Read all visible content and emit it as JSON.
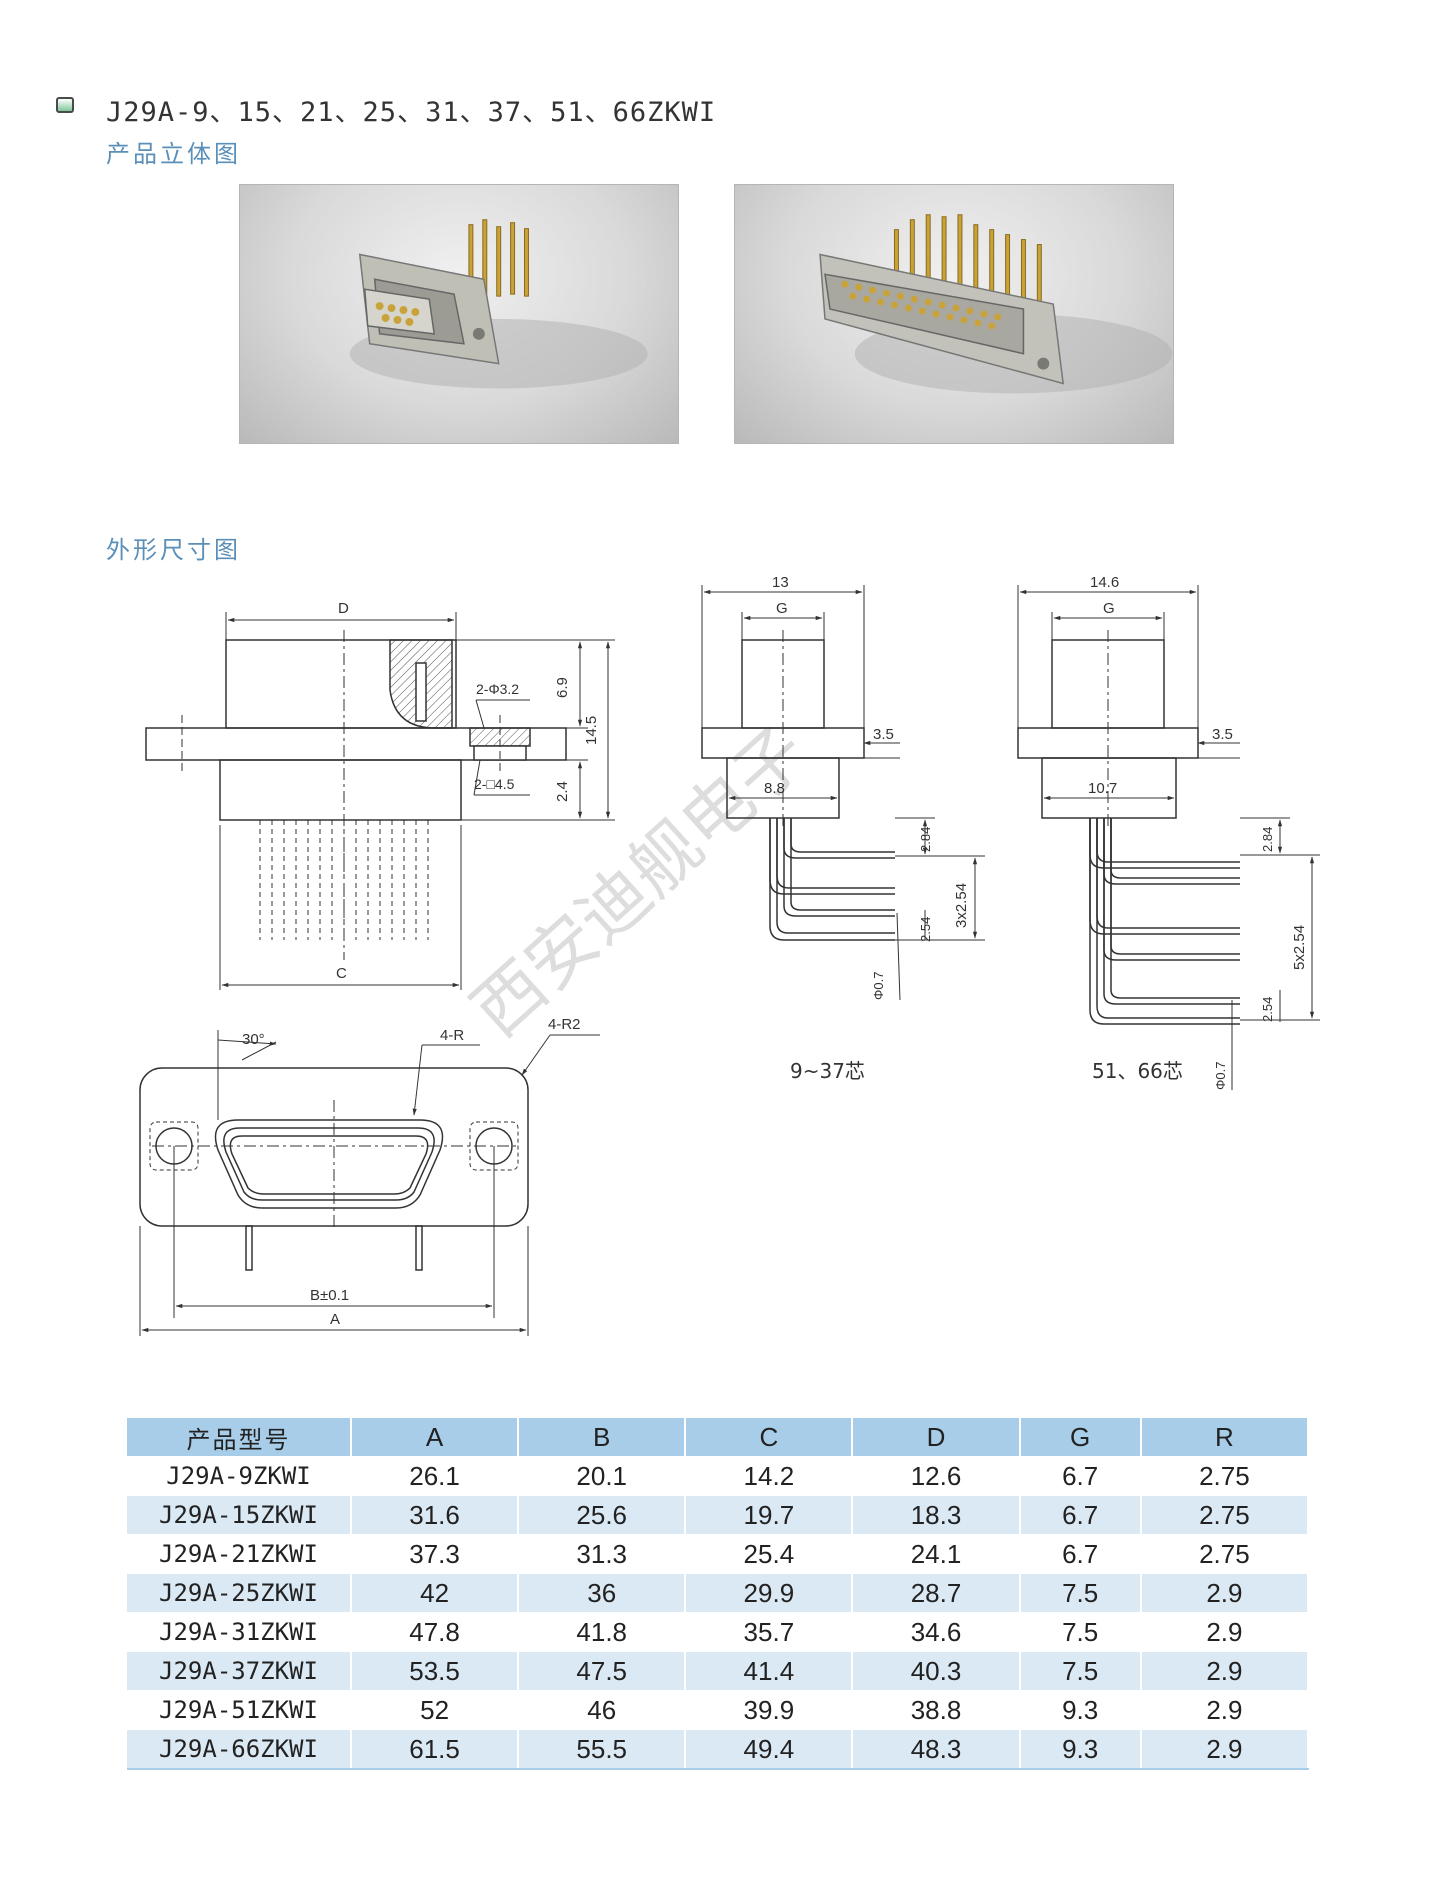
{
  "header": {
    "title": "J29A-9、15、21、25、31、37、51、66ZKWI",
    "section_3d": "产品立体图",
    "section_dims": "外形尺寸图"
  },
  "drawing_labels": {
    "side_D": "D",
    "side_C": "C",
    "side_hole": "2-Φ3.2",
    "side_square": "2-□4.5",
    "side_6_9": "6.9",
    "side_14_5": "14.5",
    "side_2_4": "2.4",
    "front_30": "30°",
    "front_4R": "4-R",
    "front_4R2": "4-R2",
    "front_B": "B±0.1",
    "front_A": "A",
    "mid_13": "13",
    "mid_G": "G",
    "mid_3_5": "3.5",
    "mid_8_8": "8.8",
    "mid_2_84": "2.84",
    "mid_3x2_54": "3x2.54",
    "mid_2_54": "2.54",
    "mid_phi": "Φ0.7",
    "mid_caption": "9~37芯",
    "right_14_6": "14.6",
    "right_G": "G",
    "right_3_5": "3.5",
    "right_10_7": "10.7",
    "right_2_84": "2.84",
    "right_5x2_54": "5x2.54",
    "right_2_54": "2.54",
    "right_phi": "Φ0.7",
    "right_caption": "51、66芯",
    "watermark": "西安迪舰电子"
  },
  "table": {
    "headers": [
      "产品型号",
      "A",
      "B",
      "C",
      "D",
      "G",
      "R"
    ],
    "rows": [
      [
        "J29A-9ZKWI",
        "26.1",
        "20.1",
        "14.2",
        "12.6",
        "6.7",
        "2.75"
      ],
      [
        "J29A-15ZKWI",
        "31.6",
        "25.6",
        "19.7",
        "18.3",
        "6.7",
        "2.75"
      ],
      [
        "J29A-21ZKWI",
        "37.3",
        "31.3",
        "25.4",
        "24.1",
        "6.7",
        "2.75"
      ],
      [
        "J29A-25ZKWI",
        "42",
        "36",
        "29.9",
        "28.7",
        "7.5",
        "2.9"
      ],
      [
        "J29A-31ZKWI",
        "47.8",
        "41.8",
        "35.7",
        "34.6",
        "7.5",
        "2.9"
      ],
      [
        "J29A-37ZKWI",
        "53.5",
        "47.5",
        "41.4",
        "40.3",
        "7.5",
        "2.9"
      ],
      [
        "J29A-51ZKWI",
        "52",
        "46",
        "39.9",
        "38.8",
        "9.3",
        "2.9"
      ],
      [
        "J29A-66ZKWI",
        "61.5",
        "55.5",
        "49.4",
        "48.3",
        "9.3",
        "2.9"
      ]
    ]
  }
}
